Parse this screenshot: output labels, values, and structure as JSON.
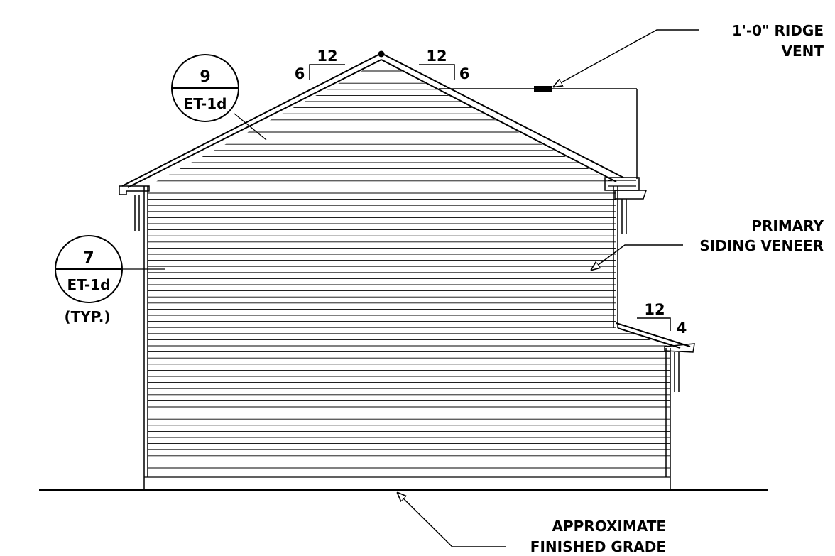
{
  "callouts": {
    "detail_a": {
      "number": "9",
      "sheet": "ET-1d"
    },
    "detail_b": {
      "number": "7",
      "sheet": "ET-1d",
      "note": "(TYP.)"
    }
  },
  "slopes": {
    "main_left": {
      "run": "12",
      "rise": "6"
    },
    "main_right": {
      "run": "12",
      "rise": "6"
    },
    "lower_roof": {
      "run": "12",
      "rise": "4"
    }
  },
  "notes": {
    "ridge_vent_line1": "1'-0\" RIDGE",
    "ridge_vent_line2": "VENT",
    "siding_line1": "PRIMARY",
    "siding_line2": "SIDING VENEER",
    "grade_line1": "APPROXIMATE",
    "grade_line2": "FINISHED GRADE"
  },
  "colors": {
    "ink": "#000000",
    "paper": "#ffffff"
  }
}
